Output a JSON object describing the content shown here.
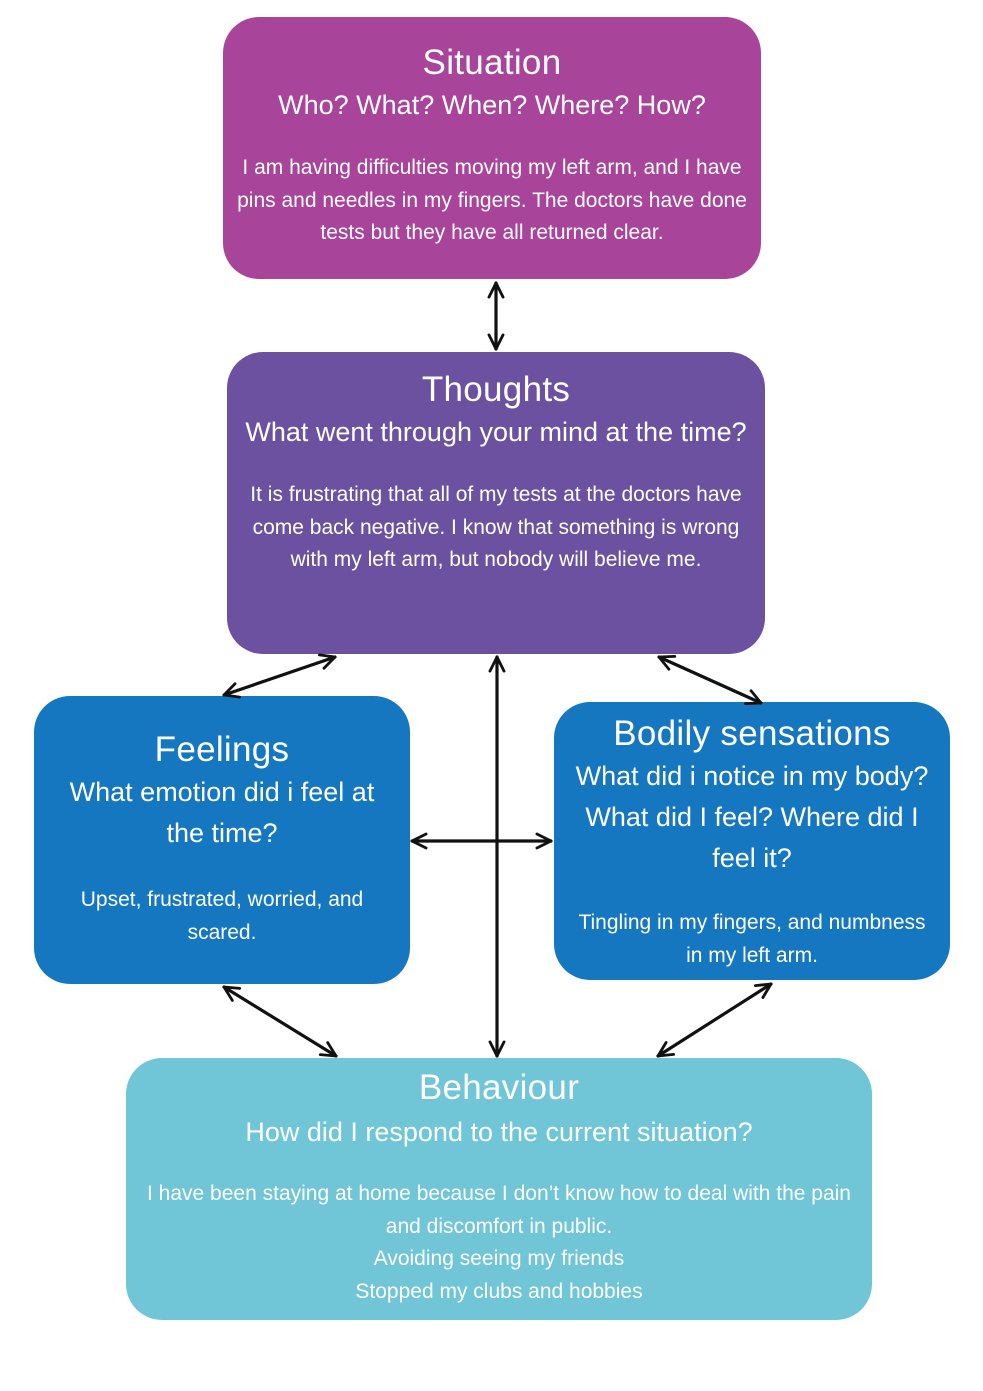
{
  "colors": {
    "situation": "#a8449a",
    "thoughts": "#6b519f",
    "feelings": "#1577c0",
    "bodily": "#1577c0",
    "behaviour": "#70c6d6",
    "arrow": "#111111",
    "text": "#ffffff"
  },
  "situation": {
    "title": "Situation",
    "question": "Who? What? When? Where? How?",
    "body": "I am having difficulties moving my left arm, and I have pins and needles in my fingers. The doctors have done tests but they have all returned clear."
  },
  "thoughts": {
    "title": "Thoughts",
    "question": "What went through your mind at the time?",
    "body": "It is frustrating that all of my tests at the doctors have come back negative. I know that something is wrong with my left arm, but nobody will believe me."
  },
  "feelings": {
    "title": "Feelings",
    "question": "What emotion did i feel at the time?",
    "body": "Upset, frustrated, worried, and scared."
  },
  "bodily": {
    "title": "Bodily sensations",
    "question": "What did i notice in my body? What did I feel? Where did I feel it?",
    "body": "Tingling in my fingers, and numbness in my left arm."
  },
  "behaviour": {
    "title": "Behaviour",
    "question": "How did I respond to the current situation?",
    "body_lines": [
      "I have been staying at home because I don’t know how to deal with the pain and discomfort in public.",
      "Avoiding seeing my friends",
      "Stopped my clubs and hobbies"
    ]
  }
}
